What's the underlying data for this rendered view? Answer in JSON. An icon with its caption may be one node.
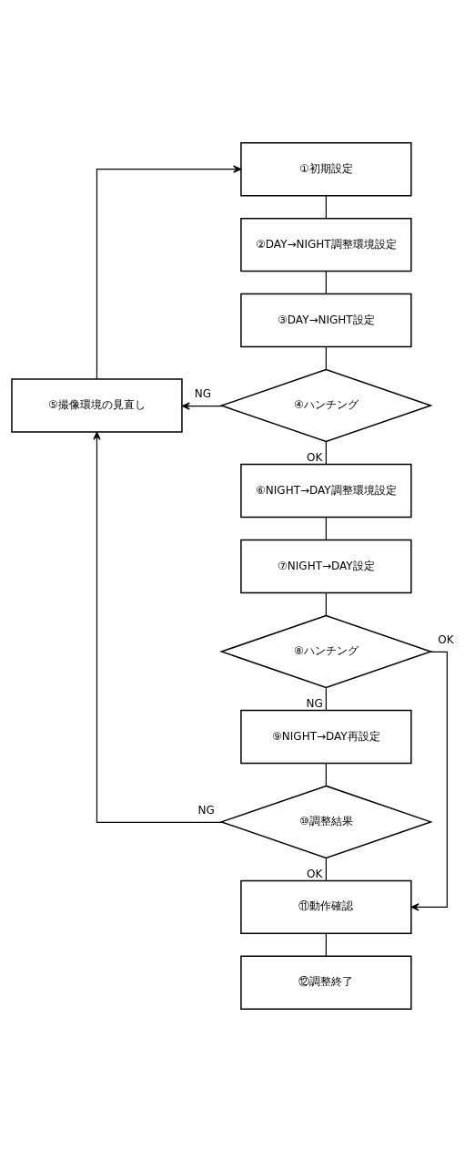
{
  "diagram": {
    "nodes": [
      {
        "text": [
          "①初期設定"
        ]
      },
      {
        "text": [
          "②DAY→NIGHT調整環境設定"
        ]
      },
      {
        "text": [
          "③DAY→NIGHT設定"
        ]
      },
      {
        "text": [
          "④ハンチング"
        ]
      },
      {
        "text": [
          "⑤撮像環境の見直し"
        ]
      },
      {
        "text": [
          "⑥NIGHT→DAY調整環境設定"
        ]
      },
      {
        "text": [
          "⑦NIGHT→DAY設定"
        ]
      },
      {
        "text": [
          "⑧ハンチング"
        ]
      },
      {
        "text": [
          "⑨NIGHT→DAY再設定"
        ]
      },
      {
        "text": [
          "⑩調整結果"
        ]
      },
      {
        "text": [
          "⑪動作確認"
        ]
      },
      {
        "text": [
          "⑫調整終了"
        ]
      }
    ],
    "edges": [
      {
        "from": 0,
        "to": 1,
        "arrow": "none"
      },
      {
        "from": 1,
        "to": 2,
        "arrow": "none"
      },
      {
        "from": 2,
        "to": 3,
        "arrow": "none"
      },
      {
        "from": 3,
        "to": 4,
        "arrow": "to",
        "label": "NG"
      },
      {
        "from": 4,
        "to": 0,
        "arrow": "to"
      },
      {
        "from": 3,
        "to": 5,
        "arrow": "none",
        "label": "OK"
      },
      {
        "from": 5,
        "to": 6,
        "arrow": "none"
      },
      {
        "from": 6,
        "to": 7,
        "arrow": "none"
      },
      {
        "from": 7,
        "to": 10,
        "arrow": "to",
        "label": "OK"
      },
      {
        "from": 7,
        "to": 8,
        "arrow": "none",
        "label": "NG"
      },
      {
        "from": 8,
        "to": 9,
        "arrow": "none"
      },
      {
        "from": 9,
        "to": 4,
        "arrow": "to",
        "label": "NG"
      },
      {
        "from": 9,
        "to": 10,
        "arrow": "none",
        "label": "OK"
      },
      {
        "from": 10,
        "to": 11,
        "arrow": "none"
      }
    ]
  }
}
